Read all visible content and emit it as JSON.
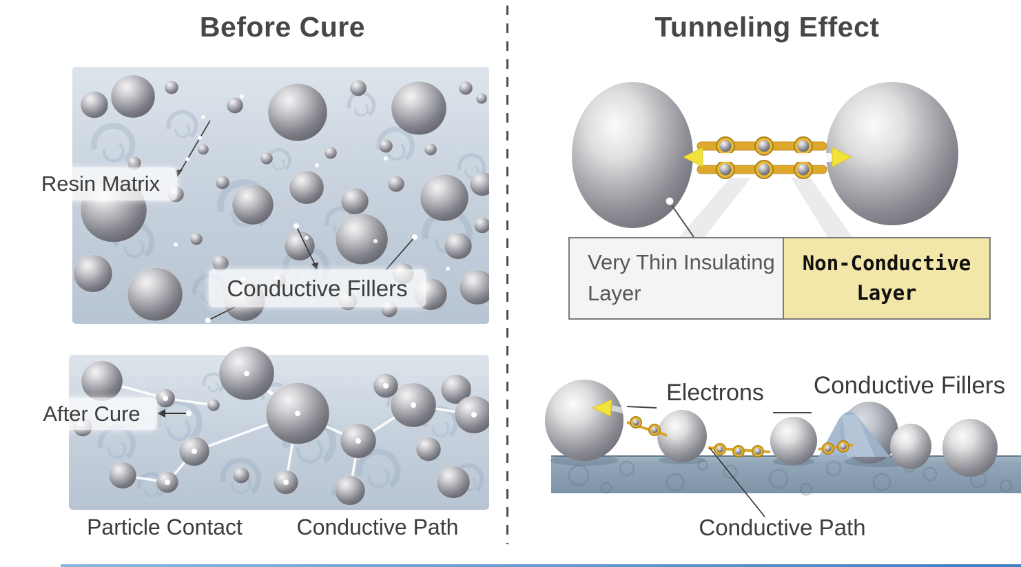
{
  "left_section": {
    "title": "Before Cure",
    "labels": {
      "resin_matrix": "Resin Matrix",
      "conductive_fillers": "Conductive Fillers",
      "after_cure": "After Cure"
    },
    "captions": {
      "particle_contact": "Particle Contact",
      "conductive_path": "Conductive Path"
    }
  },
  "right_section": {
    "title": "Tunneling Effect",
    "labels": {
      "insulating_layer": "Very Thin Insulating Layer",
      "non_conductive_layer": "Non-Conductive Layer",
      "electrons": "Electrons",
      "conductive_fillers": "Conductive Fillers",
      "conductive_path": "Conductive Path"
    }
  },
  "icons": {
    "after_cure_arrow": "left-arrow-icon",
    "tunnel_arrow_left": "yellow-left-arrow-icon",
    "tunnel_arrow_right": "yellow-right-arrow-icon",
    "electron_flow_arrow": "yellow-left-arrow-icon",
    "section_divider": "vertical-dashed-line"
  },
  "colors": {
    "title_text": "#474747",
    "label_text": "#3d3d3d",
    "insulating_box_bg": "#f4f4f6",
    "non_conductive_box_bg": "#f2e6a8",
    "box_border": "#7a7a7a",
    "chain_gold": "#dfa72c",
    "arrow_yellow": "#f2e33c",
    "resin_blue": "#c6d1dd",
    "substrate_blue": "#8ba0b3",
    "sphere_gray": "#a6a6ad",
    "divider_gray": "#4c4c4c",
    "progress_bar_blue": "#3f7fc4"
  }
}
